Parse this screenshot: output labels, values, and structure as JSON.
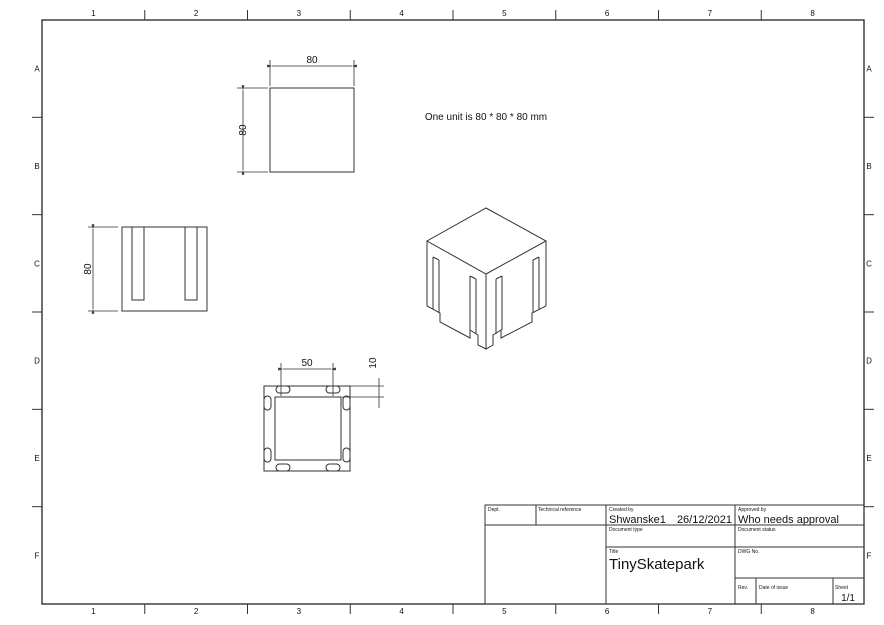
{
  "frame": {
    "columns": [
      "1",
      "2",
      "3",
      "4",
      "5",
      "6",
      "7",
      "8"
    ],
    "rows": [
      "A",
      "B",
      "C",
      "D",
      "E",
      "F"
    ]
  },
  "note": "One unit is 80 * 80 * 80 mm",
  "dimensions": {
    "top_width": "80",
    "top_height": "80",
    "front_height": "80",
    "bottom_spacing": "50",
    "bottom_offset": "10"
  },
  "title_block": {
    "dept_label": "Dept.",
    "tech_ref_label": "Technical reference",
    "created_by_label": "Created by",
    "created_by": "Shwanske1",
    "created_date": "26/12/2021",
    "approved_by_label": "Approved by",
    "approved_by": "Who needs approval",
    "doc_type_label": "Document type",
    "doc_status_label": "Document status",
    "title_label": "Title",
    "title": "TinySkatepark",
    "dwg_no_label": "DWG No.",
    "rev_label": "Rev.",
    "date_of_issue_label": "Date of issue",
    "sheet_label": "Sheet",
    "sheet": "1/1"
  }
}
